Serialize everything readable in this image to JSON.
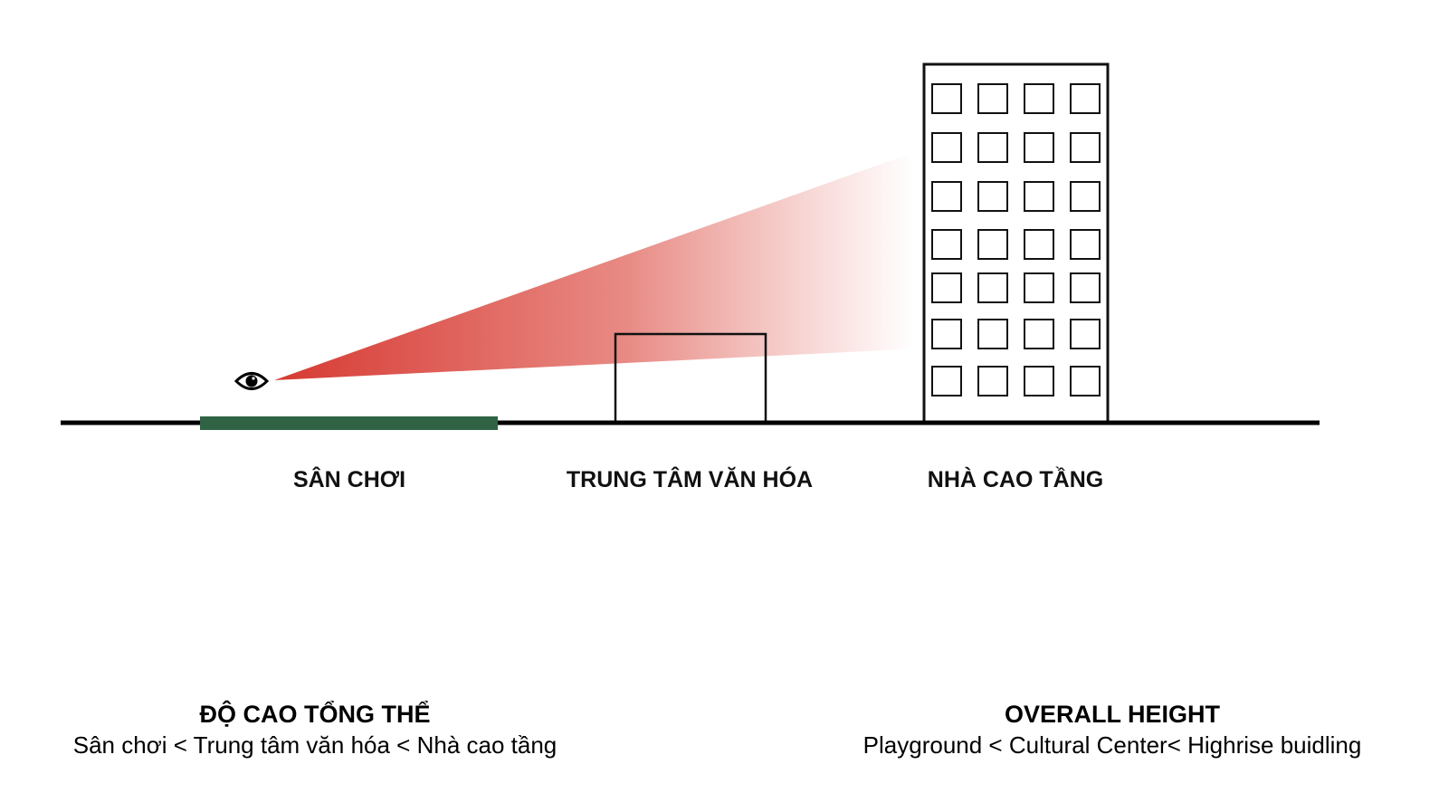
{
  "labels": {
    "playground": "SÂN CHƠI",
    "cultural_center": "TRUNG TÂM VĂN HÓA",
    "highrise": "NHÀ CAO TẦNG"
  },
  "caption_vi": {
    "title": "ĐỘ CAO TỔNG THỂ",
    "text": "Sân chơi < Trung tâm văn hóa < Nhà cao tầng"
  },
  "caption_en": {
    "title": "OVERALL HEIGHT",
    "text": "Playground < Cultural Center< Highrise buidling"
  },
  "colors": {
    "sightline": "#d63a32",
    "playground": "#2f6344",
    "line": "#000000"
  },
  "icons": [
    "eye-icon"
  ],
  "highrise_windows": {
    "rows": 7,
    "cols": 4
  }
}
